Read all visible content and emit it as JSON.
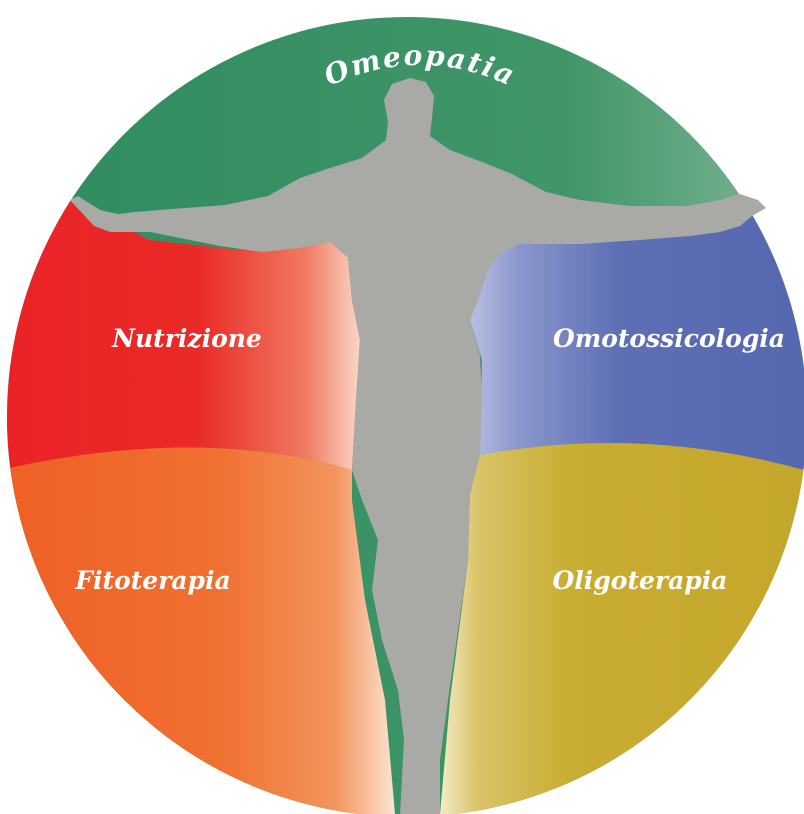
{
  "diagram": {
    "labels": {
      "top": "Omeopatia",
      "upper_left": "Nutrizione",
      "upper_right": "Omotossicologia",
      "lower_left": "Fitoterapia",
      "lower_right": "Oligoterapia"
    },
    "colors": {
      "top": "#3f946b",
      "upper_left": "#ea2227",
      "upper_right": "#5a6db4",
      "lower_left": "#ef6628",
      "lower_right": "#c5a82e",
      "figure": "#a9a9a5"
    },
    "figure_icon": "human-silhouette-arms-outstretched"
  }
}
